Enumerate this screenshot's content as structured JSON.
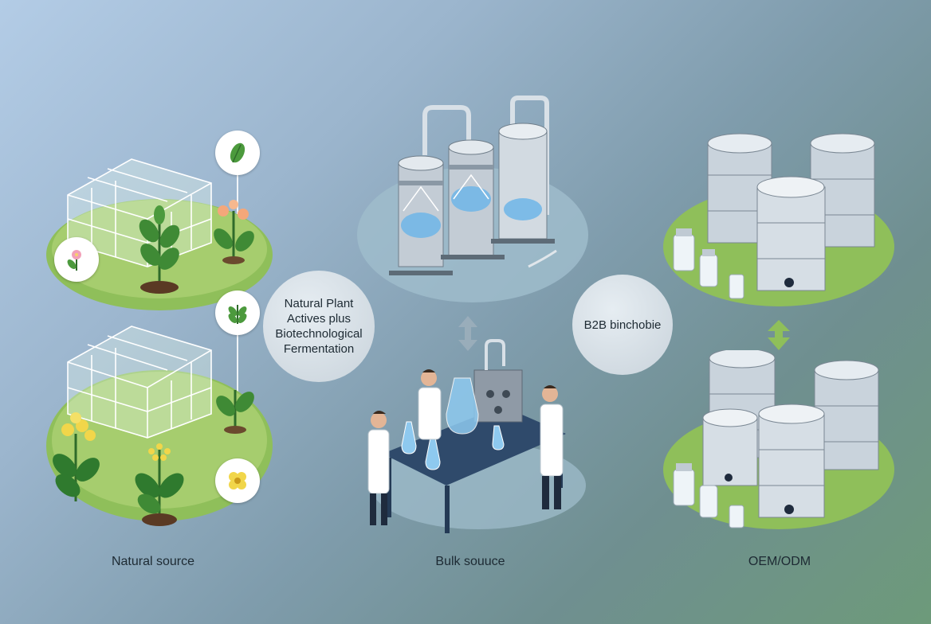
{
  "sections": {
    "natural": {
      "caption": "Natural source"
    },
    "bulk": {
      "caption": "Bulk souuce"
    },
    "oem": {
      "caption": "OEM/ODM"
    }
  },
  "bubbles": {
    "left": {
      "lines": [
        "Natural Plant",
        "Actives plus",
        "Biotechnological",
        "Fermentation"
      ]
    },
    "right": {
      "lines": [
        "B2B binchobie"
      ]
    }
  },
  "icons": [
    "leaf-icon",
    "flower-icon",
    "seedling-icon",
    "sprout-icon",
    "yellow-flower-icon",
    "pink-flower-icon"
  ],
  "colors": {
    "ground_green": "#8fbf5a",
    "lab_platform": "#9fbccb",
    "steel": "#c9d3dc",
    "liquid_blue": "#5aa8e0"
  }
}
